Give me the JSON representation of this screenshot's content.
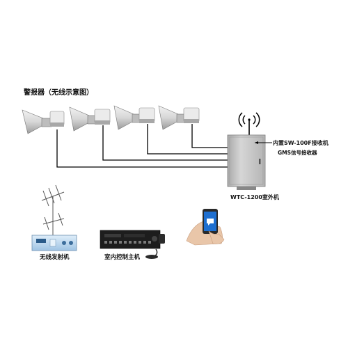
{
  "labels": {
    "sirens_title": "警报器（无线示意图）",
    "receiver_sw": "内置SW-100F接收机",
    "receiver_gsm": "GMS信号接收器",
    "outdoor_unit": "WTC-1200室外机",
    "transmitter": "无线发射机",
    "indoor_host": "室内控制主机"
  },
  "colors": {
    "line": "#000000",
    "cabinet": "#c9c9c9",
    "panel_blue": "#b9d7ee",
    "host_black": "#1d1d1d",
    "phone_screen": "#1e6fd0"
  }
}
